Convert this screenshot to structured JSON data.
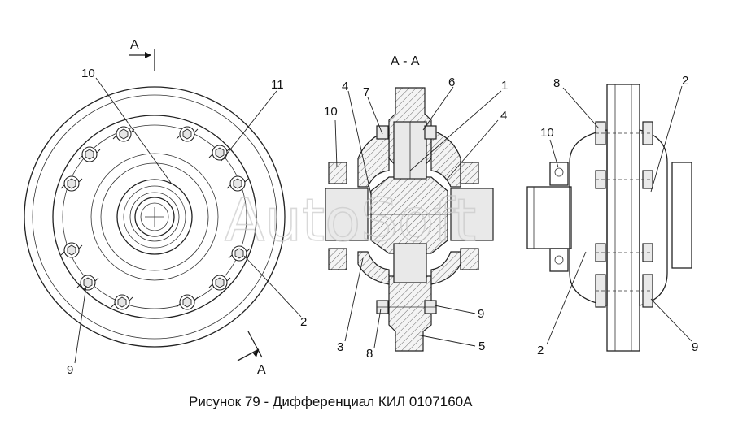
{
  "caption": "Рисунок 79 - Дифференциал КИЛ 0107160А",
  "section_title": "А - А",
  "section_marks": {
    "top": "А",
    "bottom": "А"
  },
  "watermark": "AutoSoft",
  "callouts": {
    "front_view": [
      "10",
      "11",
      "2",
      "9"
    ],
    "section_view": [
      "4",
      "7",
      "6",
      "1",
      "10",
      "4",
      "3",
      "8",
      "9",
      "5"
    ],
    "side_view": [
      "8",
      "10",
      "2",
      "2",
      "9"
    ]
  }
}
